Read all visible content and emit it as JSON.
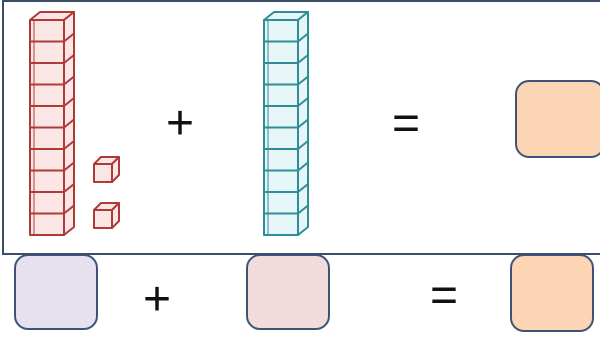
{
  "top_equation": {
    "left_blocks": {
      "rods": 1,
      "units": 2,
      "color": "#b03a3a",
      "fill": "#fbe6e6"
    },
    "right_blocks": {
      "rods": 1,
      "units": 0,
      "color": "#2f8d9a",
      "fill": "#e6f6f8"
    },
    "plus": "+",
    "equals": "=",
    "answer_box_color": "#fcd5b4"
  },
  "bottom_equation": {
    "plus": "+",
    "equals": "=",
    "box1_color": "#e6e1ee",
    "box2_color": "#f2dcdb",
    "answer_box_color": "#fcd5b4"
  }
}
